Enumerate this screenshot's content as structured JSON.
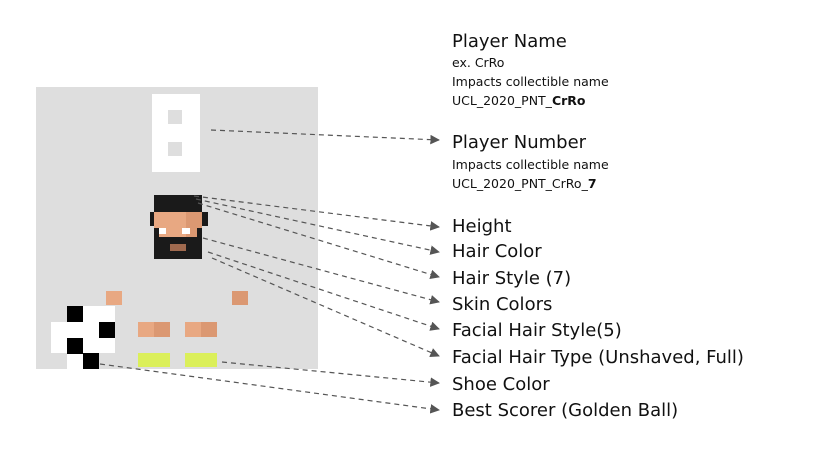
{
  "player_name": {
    "title": "Player Name",
    "example": "ex. CrRo",
    "impact": "Impacts collectible name",
    "collectible_prefix": "UCL_2020_PNT_",
    "collectible_highlight": "CrRo"
  },
  "player_number": {
    "title": "Player Number",
    "impact": "Impacts collectible name",
    "collectible_prefix": "UCL_2020_PNT_CrRo_",
    "collectible_highlight": "7"
  },
  "attributes": {
    "height": "Height",
    "hair_color": "Hair Color",
    "hair_style": "Hair Style (7)",
    "skin_colors": "Skin Colors",
    "facial_hair_style": "Facial Hair Style(5)",
    "facial_hair_type": "Facial Hair Type (Unshaved, Full)",
    "shoe_color": "Shoe Color",
    "best_scorer": "Best Scorer (Golden Ball)"
  },
  "colors": {
    "canvas": "#dedede",
    "skin": "#e8a882",
    "skin_shade": "#db9872",
    "hair": "#1a1a1a",
    "shoe": "#dbef5a",
    "arrow": "#555555"
  }
}
